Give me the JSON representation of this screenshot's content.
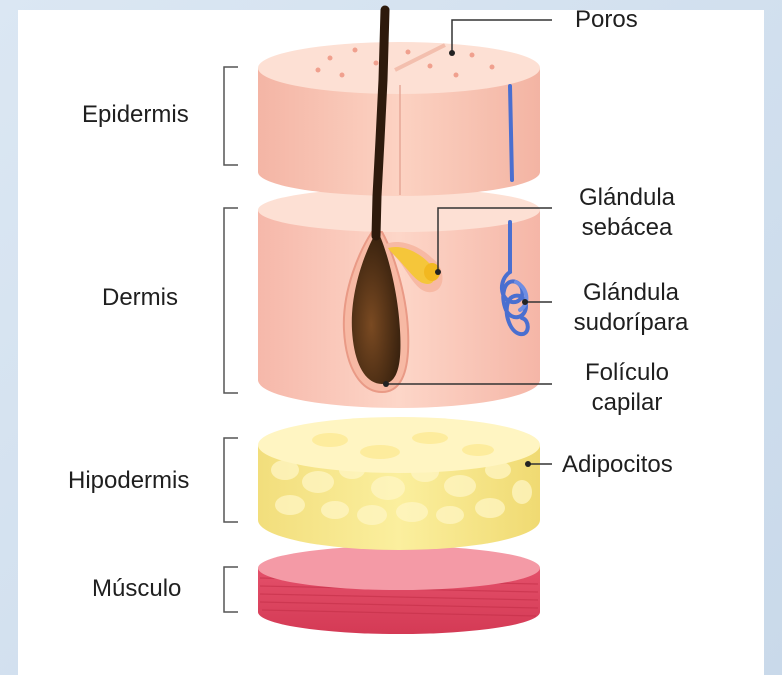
{
  "layers": {
    "epidermis": "Epidermis",
    "dermis": "Dermis",
    "hipodermis": "Hipodermis",
    "musculo": "Músculo"
  },
  "structures": {
    "poros": "Poros",
    "glandula_sebacea": [
      "Glándula",
      "sebácea"
    ],
    "glandula_sudoripara": [
      "Glándula",
      "sudorípara"
    ],
    "foliculo_capilar": [
      "Folículo",
      "capilar"
    ],
    "adipocitos": "Adipocitos"
  }
}
